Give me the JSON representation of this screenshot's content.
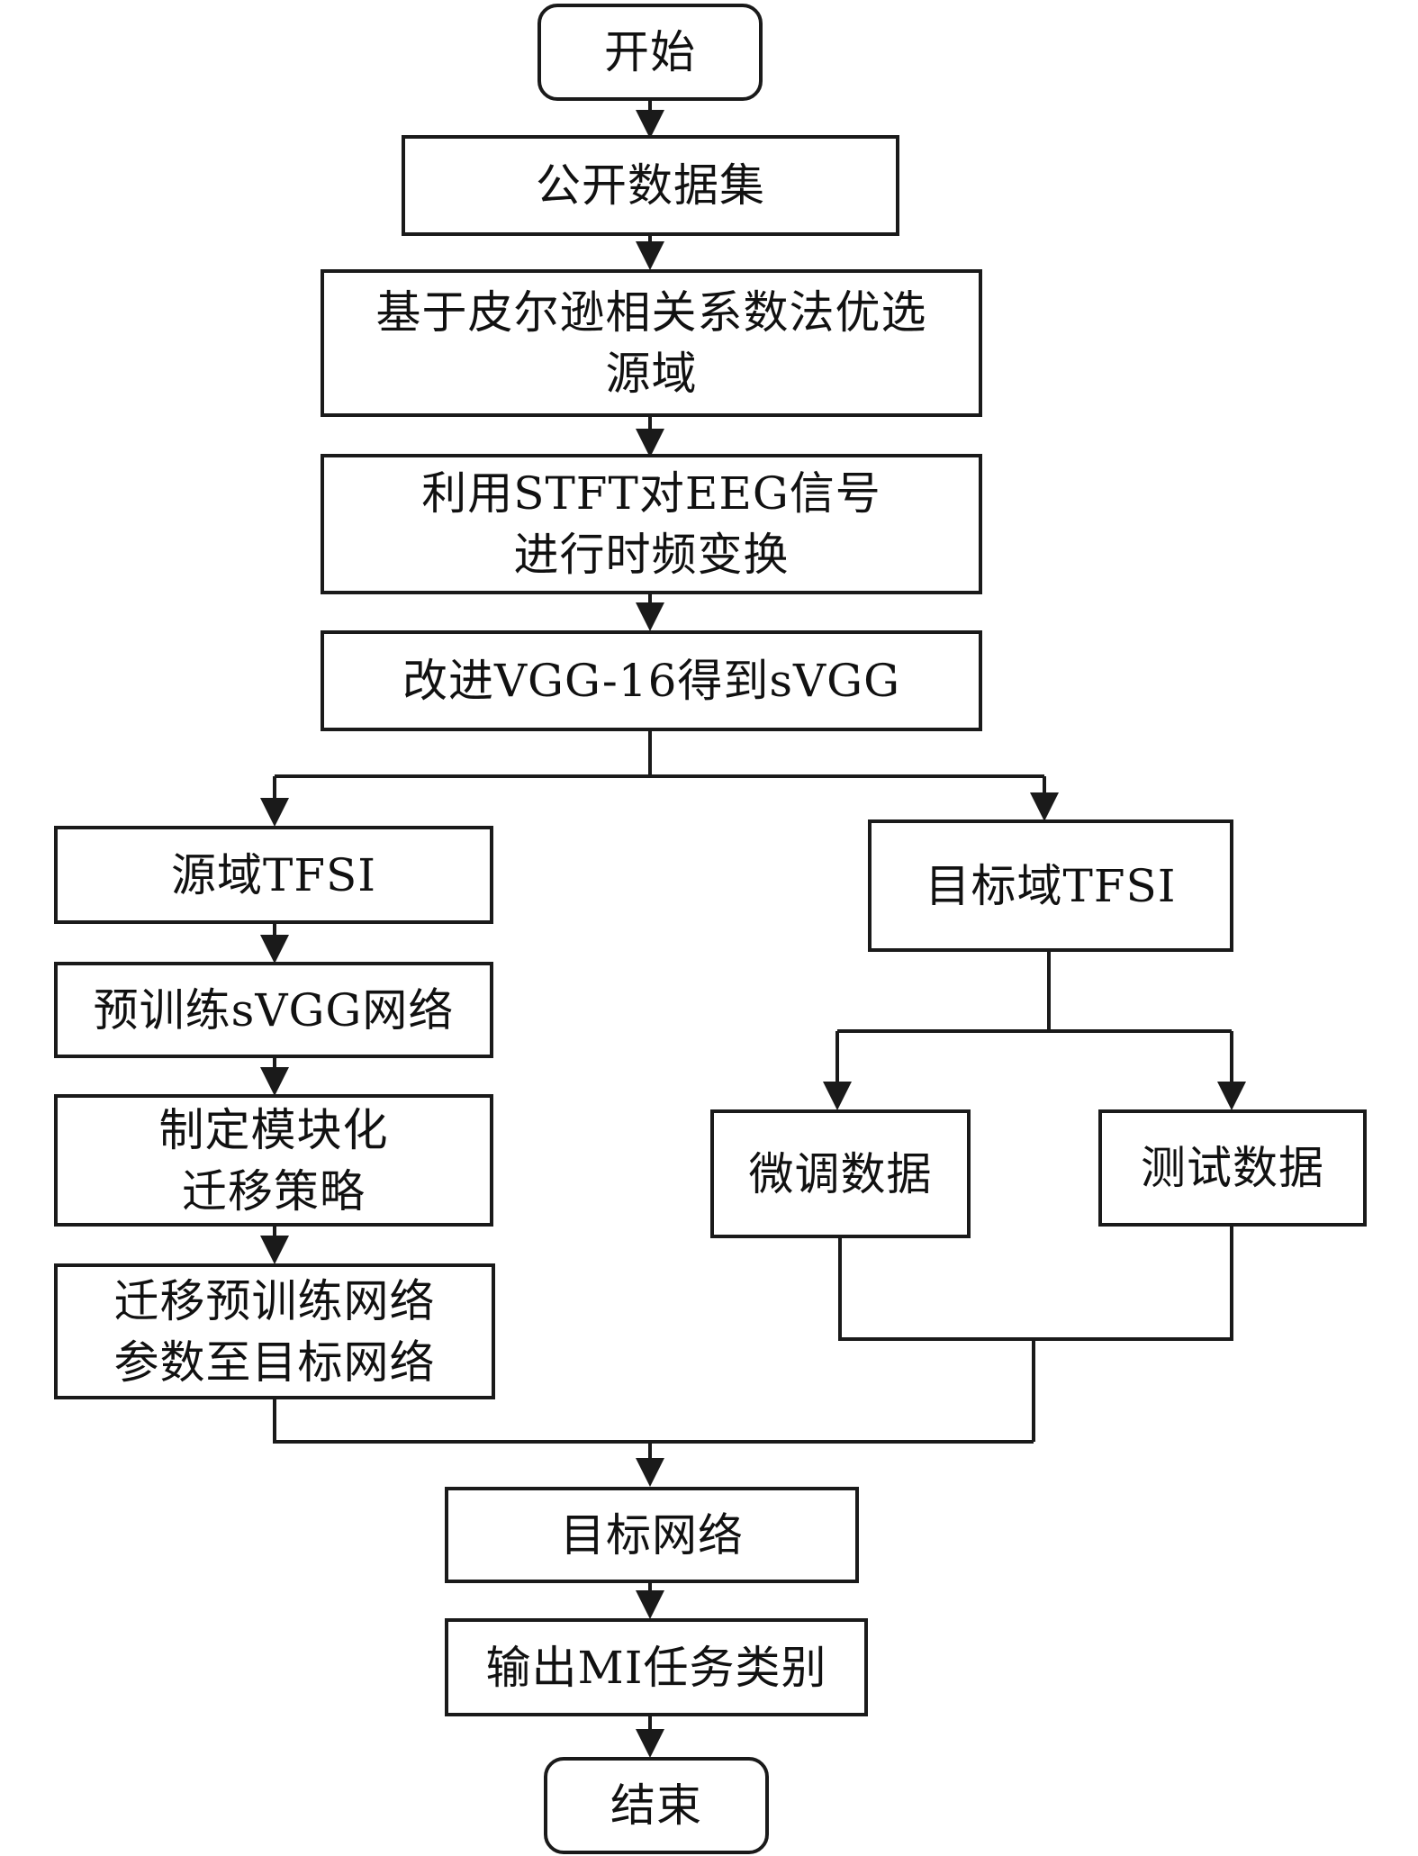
{
  "flowchart": {
    "start": "开始",
    "dataset": "公开数据集",
    "source_select": {
      "line1": "基于皮尔逊相关系数法优选",
      "line2": "源域"
    },
    "stft": {
      "line1": "利用STFT对EEG信号",
      "line2": "进行时频变换"
    },
    "svgg": "改进VGG-16得到sVGG",
    "source_tfsi": "源域TFSI",
    "pretrain": "预训练sVGG网络",
    "strategy": {
      "line1": "制定模块化",
      "line2": "迁移策略"
    },
    "transfer": {
      "line1": "迁移预训练网络",
      "line2": "参数至目标网络"
    },
    "target_tfsi": "目标域TFSI",
    "finetune_data": "微调数据",
    "test_data": "测试数据",
    "target_network": "目标网络",
    "output": "输出MI任务类别",
    "end": "结束"
  }
}
